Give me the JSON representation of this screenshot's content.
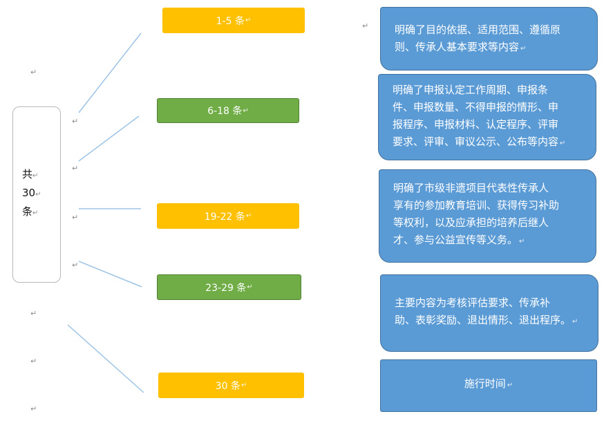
{
  "root": {
    "lines": [
      "共",
      "30",
      "条"
    ]
  },
  "sections": [
    {
      "label": "1-5 条",
      "color": "#ffc000"
    },
    {
      "label": "6-18 条",
      "color": "#70ad47"
    },
    {
      "label": "19-22 条",
      "color": "#ffc000"
    },
    {
      "label": "23-29 条",
      "color": "#70ad47"
    },
    {
      "label": "30 条",
      "color": "#ffc000"
    }
  ],
  "descriptions": [
    {
      "lines": [
        "明确了目的依据、适用范围、遵循原",
        "则、传承人基本要求等内容"
      ]
    },
    {
      "lines": [
        "明确了申报认定工作周期、申报条",
        "件、申报数量、不得申报的情形、申",
        "报程序、申报材料、认定程序、评审",
        "要求、评审、审议公示、公布等内容"
      ]
    },
    {
      "lines": [
        "明确了市级非遗项目代表性传承人",
        "享有的参加教育培训、获得传习补助",
        "等权利，以及应承担的培养后继人",
        "才、参与公益宣传等义务。"
      ]
    },
    {
      "lines": [
        "主要内容为考核评估要求、传承补",
        "助、表彰奖励、退出情形、退出程序。"
      ]
    },
    {
      "lines": [
        "施行时间"
      ]
    }
  ],
  "paragraph_mark": "↵",
  "colors": {
    "connector": "#9dc3e6",
    "description_fill": "#5b9bd5",
    "root_border": "#b8b8b8"
  }
}
